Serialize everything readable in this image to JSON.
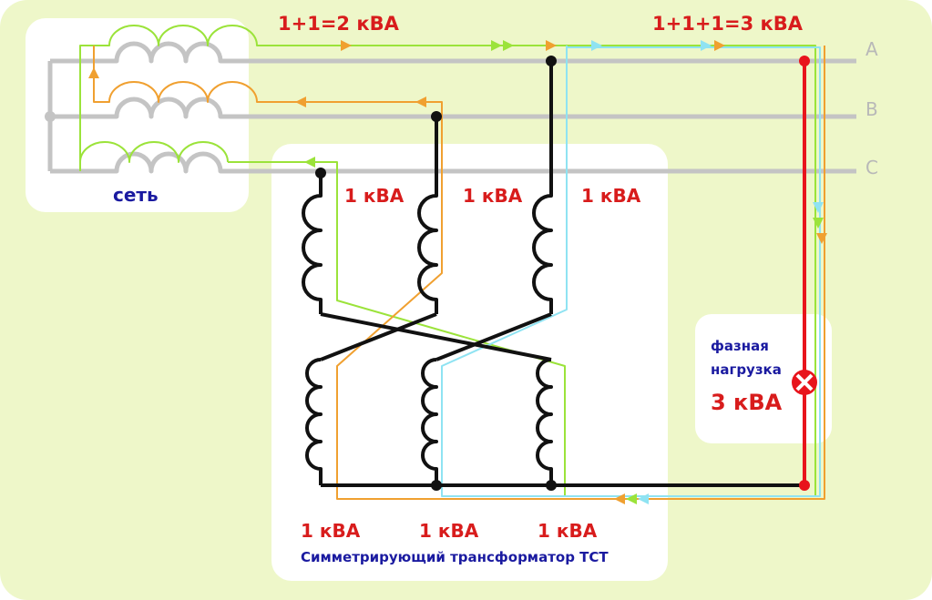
{
  "colors": {
    "background": "#eef7c9",
    "panel": "#ffffff",
    "grid_wire": "#c4c4c4",
    "winding": "#111111",
    "green_current": "#9be33a",
    "orange_current": "#f0a030",
    "cyan_current": "#8fe3f2",
    "load_wire": "#e8141c",
    "label_red": "#d81c1c",
    "label_blue": "#1a1aa0"
  },
  "top": {
    "sum_two": "1+1=2 кВА",
    "sum_three": "1+1+1=3 кВА"
  },
  "phases": [
    "A",
    "B",
    "C"
  ],
  "network": {
    "label": "сеть"
  },
  "transformer": {
    "upper_ratings": [
      "1 кВА",
      "1 кВА",
      "1 кВА"
    ],
    "lower_ratings": [
      "1 кВА",
      "1 кВА",
      "1 кВА"
    ],
    "title": "Симметрирующий трансформатор ТСТ"
  },
  "load": {
    "line1": "фазная",
    "line2": "нагрузка",
    "power": "3 кВА",
    "icon": "lamp-icon"
  }
}
